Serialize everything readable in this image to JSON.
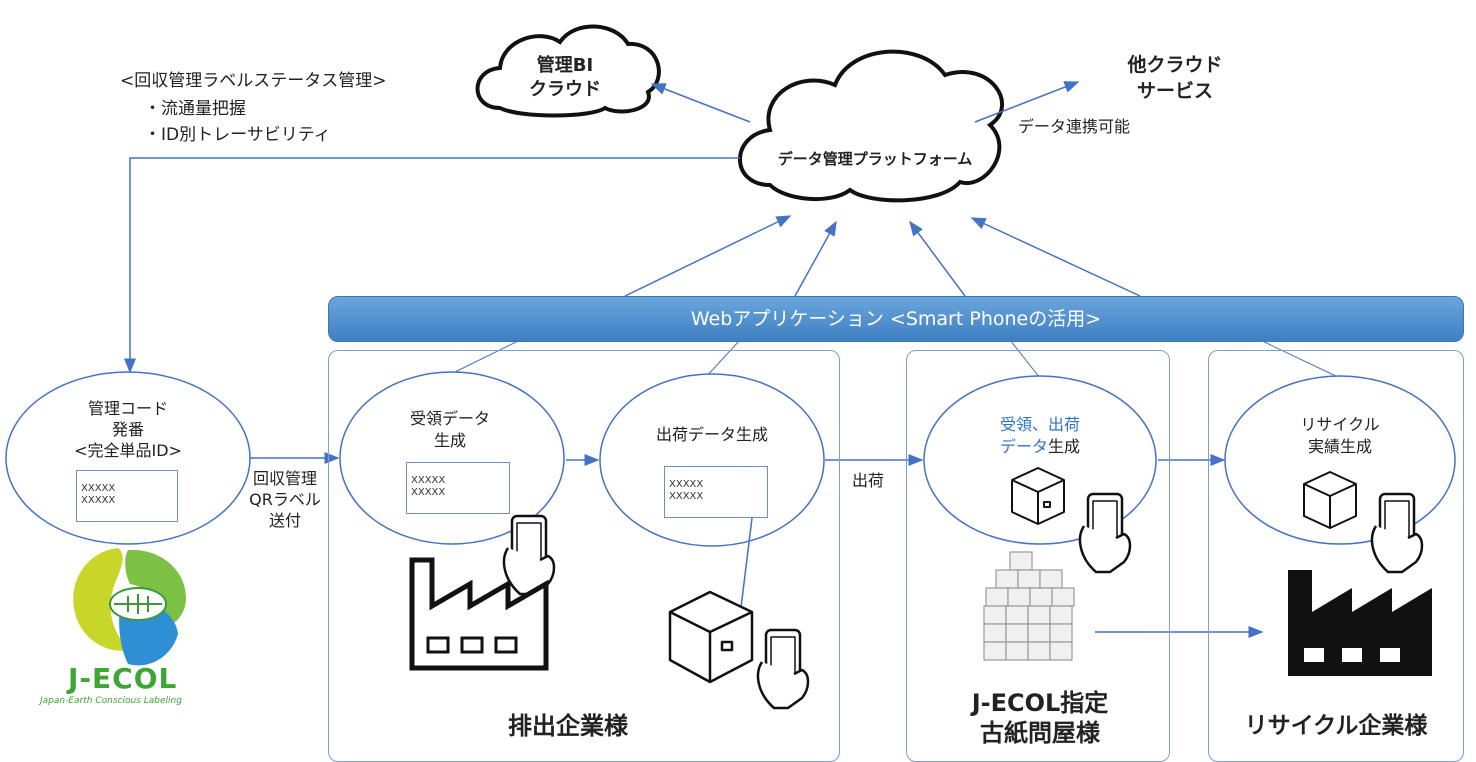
{
  "status_text": {
    "line1": "<回収管理ラベルステータス管理>",
    "line2": "・流通量把握",
    "line3": "・ID別トレーサビリティ"
  },
  "clouds": {
    "bi_line1": "管理BI",
    "bi_line2": "クラウド",
    "platform": "データ管理プラットフォーム",
    "other_line1": "他クラウド",
    "other_line2": "サービス"
  },
  "data_link_label": "データ連携可能",
  "web_app_bar": "Webアプリケーション <Smart Phoneの活用>",
  "issue_node": {
    "line1": "管理コード",
    "line2": "発番",
    "line3": "<完全単品ID>",
    "code1": "XXXXX",
    "code2": "XXXXX"
  },
  "send_label": {
    "line1": "回収管理",
    "line2": "QRラベル",
    "line3": "送付"
  },
  "receive_node": {
    "line1": "受領データ",
    "line2": "生成",
    "code1": "XXXXX",
    "code2": "XXXXX"
  },
  "ship_node": {
    "title": "出荷データ生成",
    "code1": "XXXXX",
    "code2": "XXXXX"
  },
  "ship_label": "出荷",
  "wholesaler_node": {
    "line1": "受領、出荷",
    "line2_blue": "データ",
    "line2_black": "生成"
  },
  "recycle_node": {
    "line1": "リサイクル",
    "line2": "実績生成"
  },
  "companies": {
    "emitter": "排出企業様",
    "wholesaler_line1": "J-ECOL指定",
    "wholesaler_line2": "古紙問屋様",
    "recycler": "リサイクル企業様"
  },
  "logo": {
    "name": "J-ECOL",
    "tagline": "Japan-Earth Conscious Labeling"
  },
  "colors": {
    "arrow": "#4472c4",
    "bar": "#4a8bd0",
    "highlight": "#2e75c8",
    "logo_green": "#8cc63f",
    "logo_blue": "#2f8fd5"
  }
}
